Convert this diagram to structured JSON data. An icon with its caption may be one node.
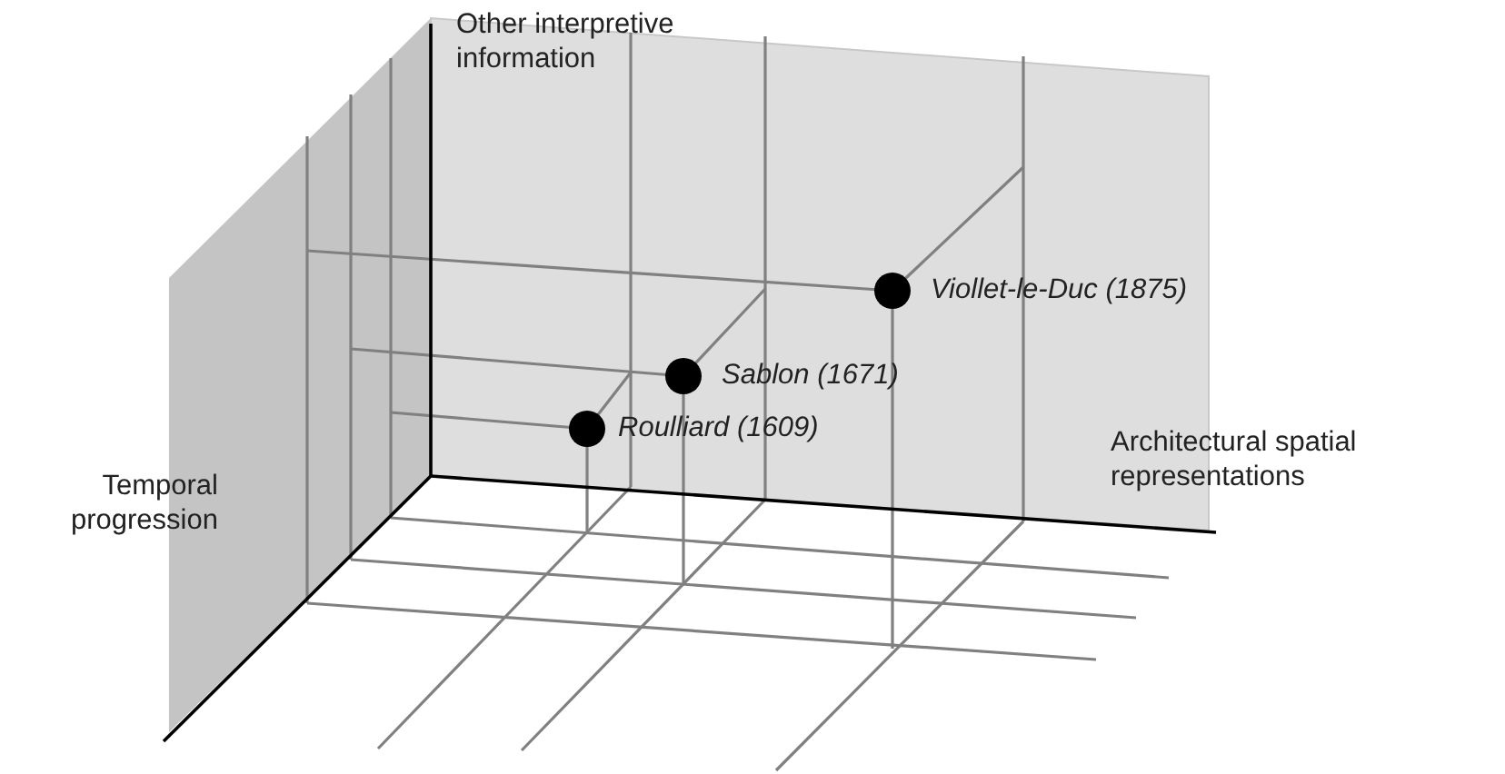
{
  "diagram": {
    "nodes": [
      {
        "text": [],
        "shape": "circle",
        "beside": [
          "Viollet-le-Duc (1875)"
        ]
      },
      {
        "text": [],
        "shape": "circle",
        "beside": [
          "Sablon (1671)"
        ]
      },
      {
        "text": [],
        "shape": "circle",
        "beside": [
          "Roulliard (1609)"
        ]
      }
    ],
    "labels": [
      "Other interpretive information",
      "Architectural spatial representations",
      "Temporal progression"
    ]
  }
}
